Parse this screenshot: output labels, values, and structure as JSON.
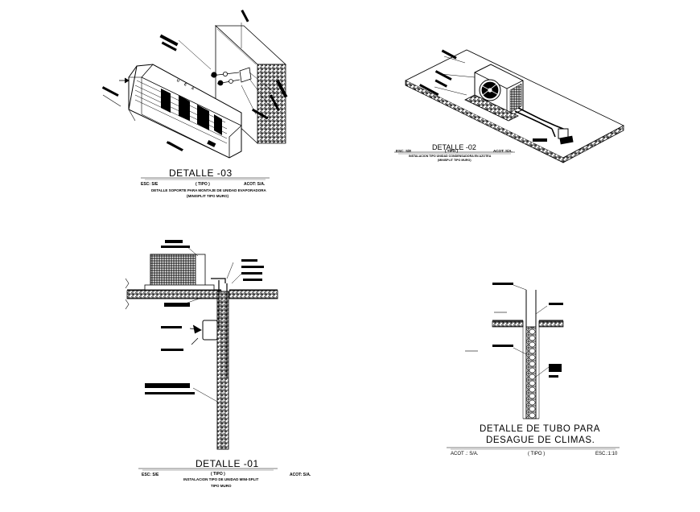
{
  "detail03": {
    "title": "DETALLE -03",
    "esc": "ESC: S/E",
    "tipo": "( TIPO )",
    "acot": "ACOT: S/A.",
    "desc1": "DETALLE SOPORTE PARA MONTAJE DE UNIDAD EVAPORADORA",
    "desc2": "(MINISPLIT TIPO MURO)",
    "unit_label": "U E A"
  },
  "detail02": {
    "title": "DETALLE -02",
    "esc": "ESC: S/E",
    "tipo": "( TIPO )",
    "acot": "ACOT: S/A.",
    "desc1": "INSTALACION TIPO UNIDAD CONDENSADORA EN AZOTEA",
    "desc2": "(MINISPLIT TIPO MURO)"
  },
  "detail01": {
    "title": "DETALLE -01",
    "esc": "ESC: S/E",
    "tipo": "( TIPO )",
    "acot": "ACOT: S/A.",
    "desc1": "INSTALACION TIPO DE UNIDAD MINI-SPLIT",
    "desc2": "TIPO MURO"
  },
  "detail04": {
    "title_line1": "DETALLE DE TUBO PARA",
    "title_line2": "DESAGUE DE CLIMAS.",
    "acot": "ACOT .: S/A.",
    "tipo": "( TIPO )",
    "esc": "ESC.:1:10"
  }
}
